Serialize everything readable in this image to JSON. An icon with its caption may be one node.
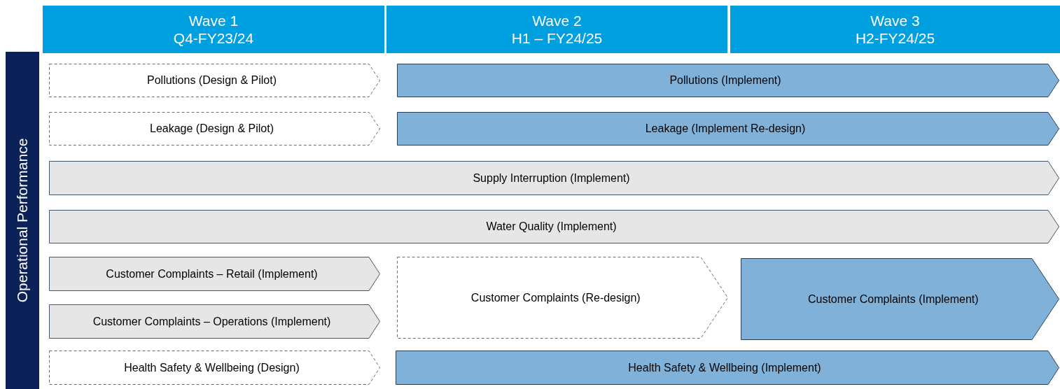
{
  "diagram": {
    "nodes": [
      {
        "text": [
          "Wave 1",
          "Q4-FY23/24"
        ]
      },
      {
        "text": [
          "Wave 2",
          "H1 – FY24/25"
        ]
      },
      {
        "text": [
          "Wave 3",
          "H2-FY24/25"
        ]
      },
      {
        "text": [
          "Operational Performance"
        ]
      },
      {
        "text": [
          "Pollutions (Design & Pilot)"
        ]
      },
      {
        "text": [
          "Pollutions (Implement)"
        ]
      },
      {
        "text": [
          "Leakage (Design & Pilot)"
        ]
      },
      {
        "text": [
          "Leakage (Implement Re-design)"
        ]
      },
      {
        "text": [
          "Supply Interruption (Implement)"
        ]
      },
      {
        "text": [
          "Water Quality (Implement)"
        ]
      },
      {
        "text": [
          "Customer Complaints – Retail (Implement)"
        ]
      },
      {
        "text": [
          "Customer Complaints – Operations (Implement)"
        ]
      },
      {
        "text": [
          "Customer Complaints (Re-design)"
        ]
      },
      {
        "text": [
          "Customer Complaints (Implement)"
        ]
      },
      {
        "text": [
          "Health Safety & Wellbeing (Design)"
        ]
      },
      {
        "text": [
          "Health Safety & Wellbeing (Implement)"
        ]
      }
    ]
  }
}
